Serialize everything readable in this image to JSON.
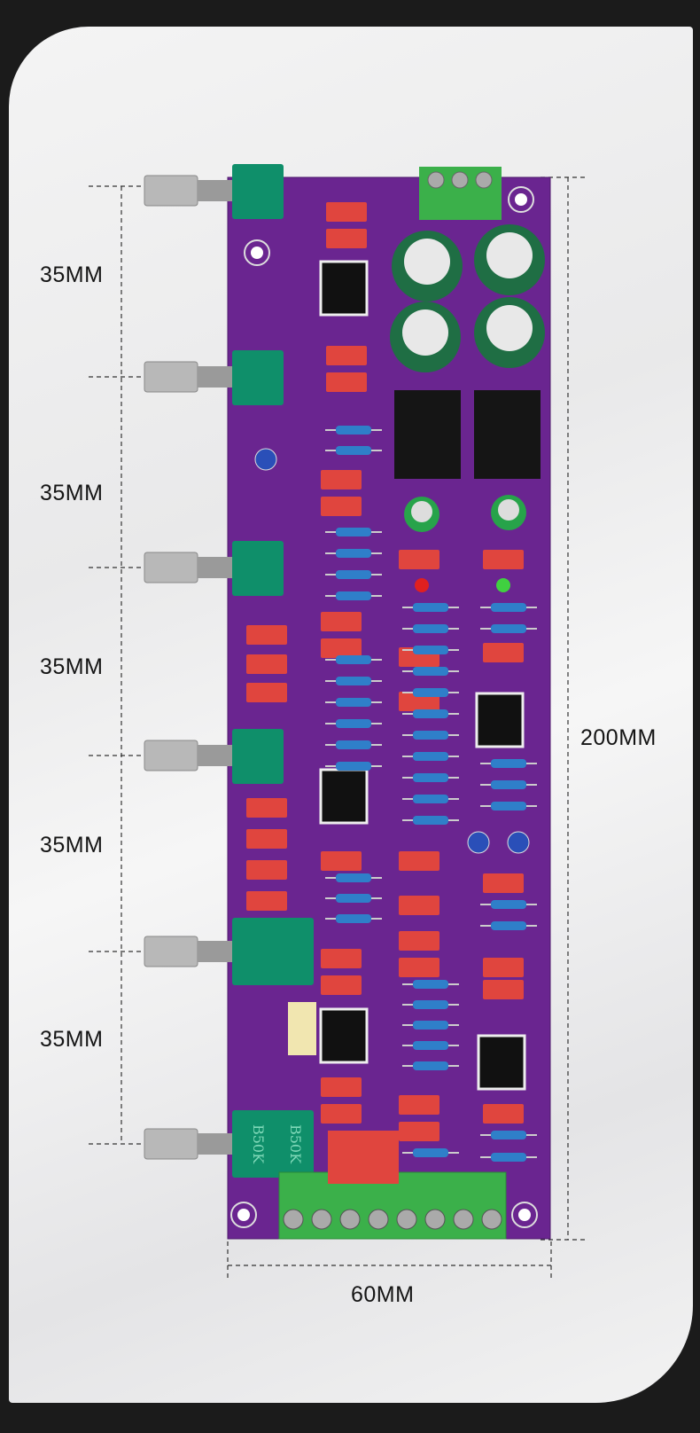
{
  "dimensions": {
    "segment_labels": [
      "35MM",
      "35MM",
      "35MM",
      "35MM",
      "35MM"
    ],
    "height_label": "200MM",
    "width_label": "60MM"
  },
  "board": {
    "pot_marking": "B50K",
    "colors": {
      "pcb": "#6a2590",
      "pot": "#0f8f6a",
      "capacitor": "#e0453e",
      "terminal": "#3bb04a",
      "electrolytic": "#1f6e44"
    }
  }
}
